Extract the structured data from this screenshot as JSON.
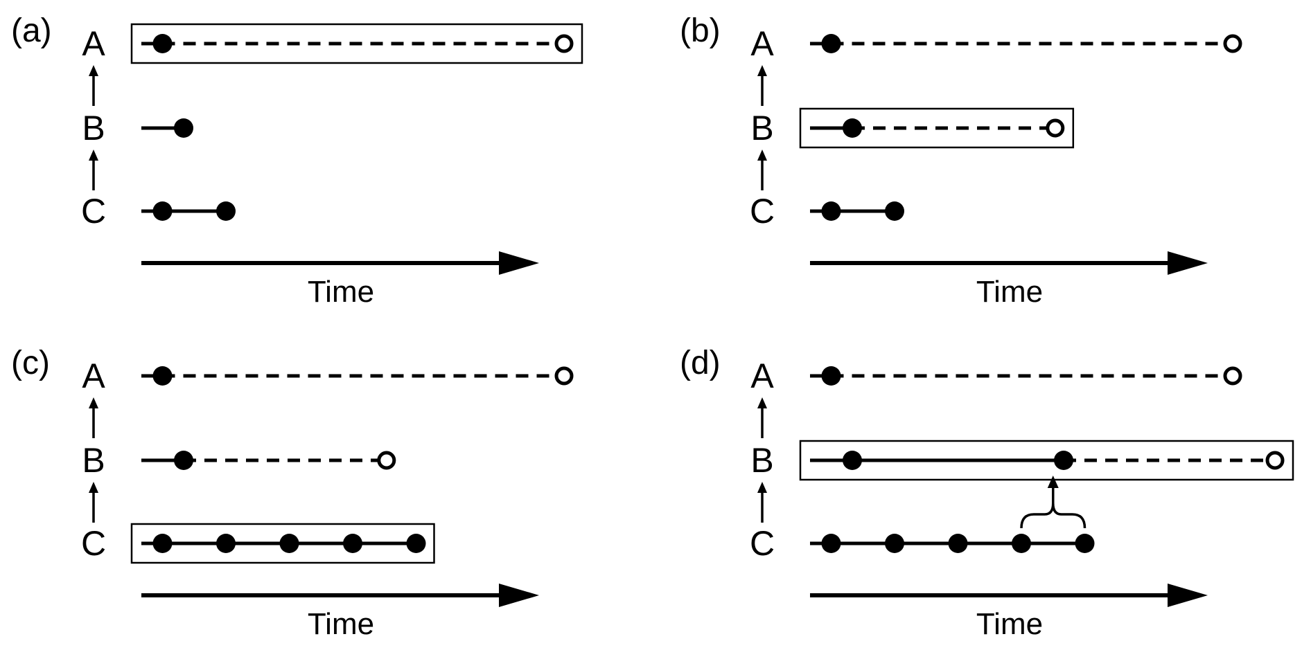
{
  "axis_label": "Time",
  "panels": [
    {
      "label": "(a)",
      "rows": [
        "A",
        "B",
        "C"
      ],
      "highlighted_row": "A",
      "timelines": {
        "A": {
          "solid": [
            0.0,
            0.05
          ],
          "dashed": [
            0.05,
            1.0
          ],
          "filled": [
            0.05
          ],
          "open": [
            1.0
          ]
        },
        "B": {
          "solid": [
            0.0,
            0.1
          ],
          "dashed": null,
          "filled": [
            0.1
          ],
          "open": []
        },
        "C": {
          "solid": [
            0.0,
            0.2
          ],
          "dashed": null,
          "filled": [
            0.05,
            0.2
          ],
          "open": []
        }
      }
    },
    {
      "label": "(b)",
      "rows": [
        "A",
        "B",
        "C"
      ],
      "highlighted_row": "B",
      "timelines": {
        "A": {
          "solid": [
            0.0,
            0.05
          ],
          "dashed": [
            0.05,
            1.0
          ],
          "filled": [
            0.05
          ],
          "open": [
            1.0
          ]
        },
        "B": {
          "solid": [
            0.0,
            0.1
          ],
          "dashed": [
            0.1,
            0.58
          ],
          "filled": [
            0.1
          ],
          "open": [
            0.58
          ]
        },
        "C": {
          "solid": [
            0.0,
            0.2
          ],
          "dashed": null,
          "filled": [
            0.05,
            0.2
          ],
          "open": []
        }
      }
    },
    {
      "label": "(c)",
      "rows": [
        "A",
        "B",
        "C"
      ],
      "highlighted_row": "C",
      "timelines": {
        "A": {
          "solid": [
            0.0,
            0.05
          ],
          "dashed": [
            0.05,
            1.0
          ],
          "filled": [
            0.05
          ],
          "open": [
            1.0
          ]
        },
        "B": {
          "solid": [
            0.0,
            0.1
          ],
          "dashed": [
            0.1,
            0.58
          ],
          "filled": [
            0.1
          ],
          "open": [
            0.58
          ]
        },
        "C": {
          "solid": [
            0.0,
            0.65
          ],
          "dashed": null,
          "filled": [
            0.05,
            0.2,
            0.35,
            0.5,
            0.65
          ],
          "open": []
        }
      }
    },
    {
      "label": "(d)",
      "rows": [
        "A",
        "B",
        "C"
      ],
      "highlighted_row": "B",
      "timelines": {
        "A": {
          "solid": [
            0.0,
            0.05
          ],
          "dashed": [
            0.05,
            1.0
          ],
          "filled": [
            0.05
          ],
          "open": [
            1.0
          ]
        },
        "B": {
          "solid": [
            0.0,
            0.6
          ],
          "dashed": [
            0.6,
            1.1
          ],
          "filled": [
            0.1,
            0.6
          ],
          "open": [
            1.1
          ]
        },
        "C": {
          "solid": [
            0.0,
            0.65
          ],
          "dashed": null,
          "filled": [
            0.05,
            0.2,
            0.35,
            0.5,
            0.65
          ],
          "open": []
        }
      },
      "bracket": {
        "from": [
          0.5,
          0.65
        ],
        "row": "C",
        "to_row": "B",
        "to_point": 0.6
      }
    }
  ]
}
